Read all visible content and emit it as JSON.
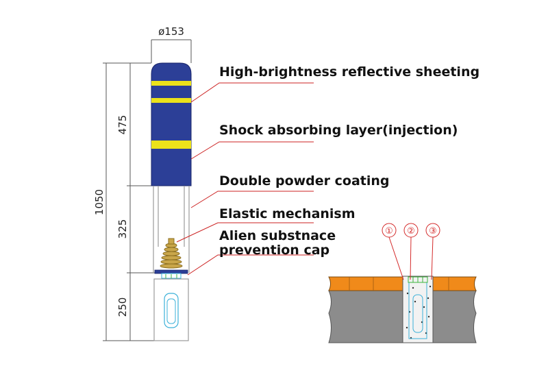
{
  "dimensions": {
    "diameter": "ø153",
    "total_height": "1050",
    "upper_height": "475",
    "middle_height": "325",
    "lower_height": "250"
  },
  "labels": {
    "reflective_sheeting": "High-brightness reflective sheeting",
    "shock_layer": "Shock absorbing layer(injection)",
    "powder_coating": "Double powder coating",
    "elastic_mechanism": "Elastic mechanism",
    "cap_line1": "Alien substnace",
    "cap_line2": "prevention cap"
  },
  "install_markers": [
    "①",
    "②",
    "③"
  ],
  "colors": {
    "post_body": "#2c3f97",
    "reflective_band": "#ece21a",
    "leader_line": "#cc2222",
    "pavement": "#f08a1a",
    "ground": "#8c8c8c",
    "spring": "#c9a64a",
    "detail_line": "#3ab0d8"
  }
}
